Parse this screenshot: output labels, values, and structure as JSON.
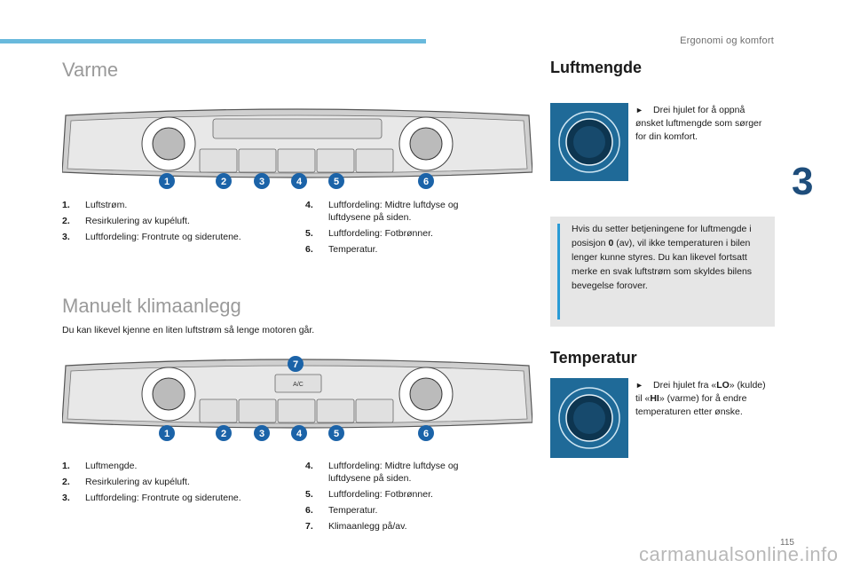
{
  "header": {
    "section": "Ergonomi og komfort",
    "chapter": "3",
    "page": "115"
  },
  "watermark": "carmanualsonline.info",
  "varme": {
    "title": "Varme",
    "badges": [
      "1",
      "2",
      "3",
      "4",
      "5",
      "6"
    ],
    "items_left": [
      {
        "num": "1.",
        "text": "Luftstrøm."
      },
      {
        "num": "2.",
        "text": "Resirkulering av kupéluft."
      },
      {
        "num": "3.",
        "text": "Luftfordeling: Frontrute og siderutene."
      }
    ],
    "items_right": [
      {
        "num": "4.",
        "text": "Luftfordeling: Midtre luftdyse og luftdysene på siden."
      },
      {
        "num": "5.",
        "text": "Luftfordeling: Fotbrønner."
      },
      {
        "num": "6.",
        "text": "Temperatur."
      }
    ]
  },
  "manuelt": {
    "title": "Manuelt klimaanlegg",
    "intro": "Du kan likevel kjenne en liten luftstrøm så lenge motoren går.",
    "ac_label": "A/C",
    "badges": [
      "1",
      "2",
      "3",
      "4",
      "5",
      "6",
      "7"
    ],
    "items_left": [
      {
        "num": "1.",
        "text": "Luftmengde."
      },
      {
        "num": "2.",
        "text": "Resirkulering av kupéluft."
      },
      {
        "num": "3.",
        "text": "Luftfordeling: Frontrute og siderutene."
      }
    ],
    "items_right": [
      {
        "num": "4.",
        "text": "Luftfordeling: Midtre luftdyse og luftdysene på siden."
      },
      {
        "num": "5.",
        "text": "Luftfordeling: Fotbrønner."
      },
      {
        "num": "6.",
        "text": "Temperatur."
      },
      {
        "num": "7.",
        "text": "Klimaanlegg på/av."
      }
    ]
  },
  "luftmengde": {
    "title": "Luftmengde",
    "bullet": "Drei hjulet for å oppnå ønsket luftmengde som sørger for din komfort.",
    "info_label": "i",
    "info_pre": "Hvis du setter betjeningene for luftmengde i posisjon ",
    "info_bold": "0",
    "info_post": " (av), vil ikke temperaturen i bilen lenger kunne styres. Du kan likevel fortsatt merke en svak luftstrøm som skyldes bilens bevegelse forover."
  },
  "temperatur": {
    "title": "Temperatur",
    "b_1": "Drei hjulet fra «",
    "b_lo": "LO",
    "b_2": "» (kulde) til «",
    "b_hi": "HI",
    "b_3": "» (varme) for å endre temperaturen etter ønske."
  },
  "colors": {
    "accent": "#69b9dc",
    "info_bar": "#2a9bd6",
    "chapter": "#1e4d7b",
    "badge": "#1b63a8",
    "dial_bg": "#1f6a98"
  }
}
